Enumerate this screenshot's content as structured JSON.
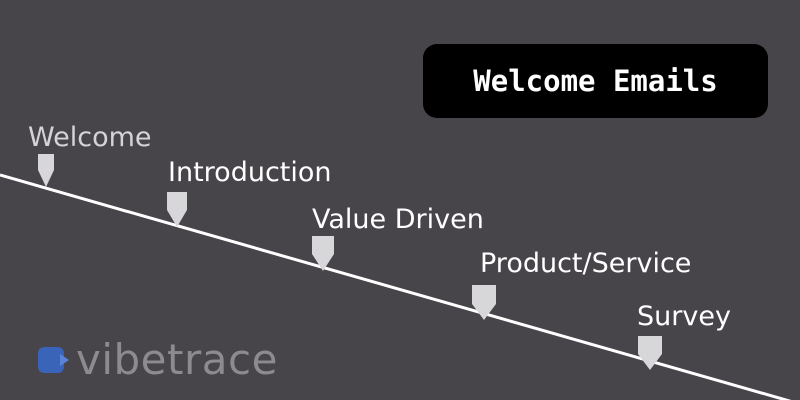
{
  "title": "Welcome Emails",
  "stages": [
    {
      "label": "Welcome"
    },
    {
      "label": "Introduction"
    },
    {
      "label": "Value Driven"
    },
    {
      "label": "Product/Service"
    },
    {
      "label": "Survey"
    }
  ],
  "logo": {
    "text": "vibetrace"
  },
  "colors": {
    "background": "#47444a",
    "title_box": "#000000",
    "line": "#ffffff",
    "marker": "#d7d6d8",
    "logo_mark": "#3a64b8",
    "logo_text": "#8d8b90"
  }
}
